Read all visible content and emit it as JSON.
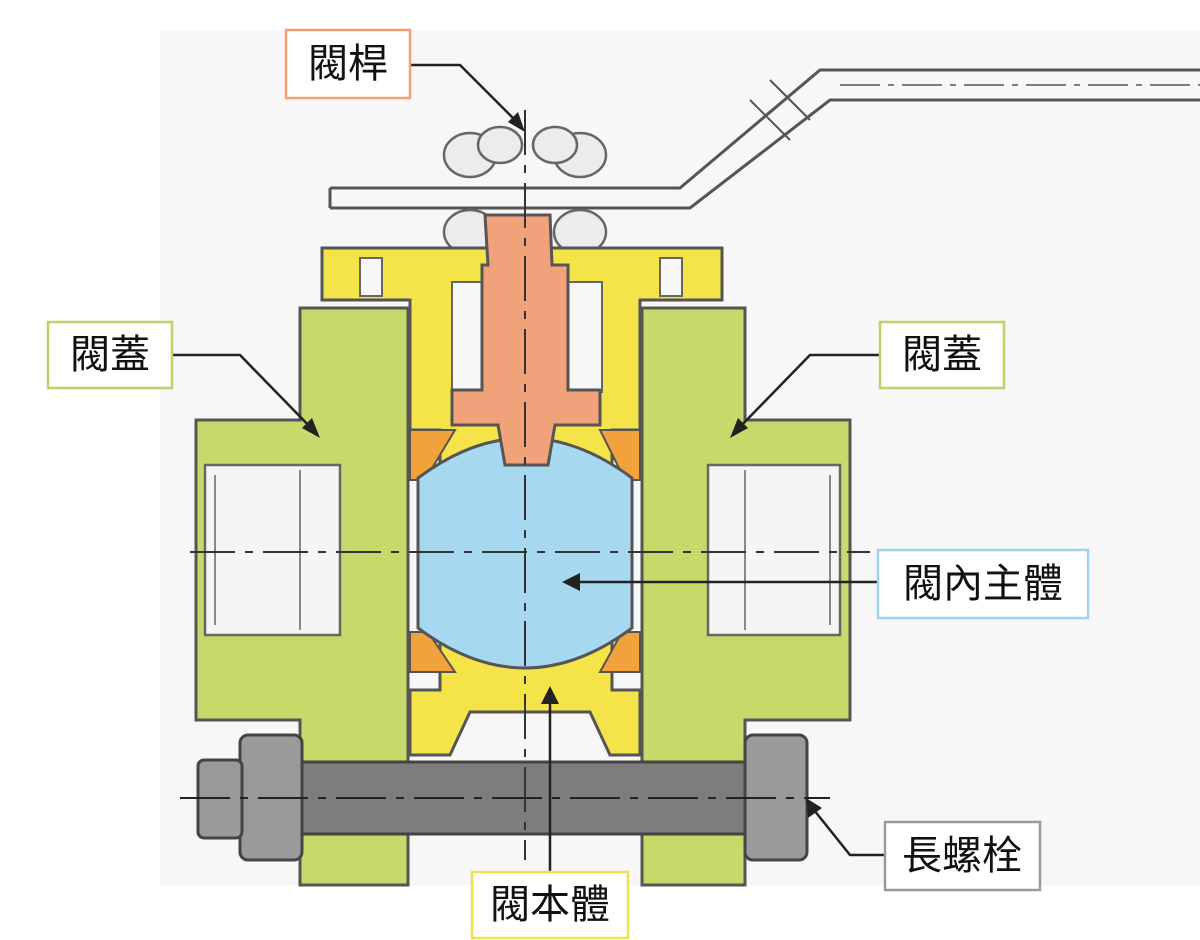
{
  "labels": {
    "stem": "閥桿",
    "bonnet_left": "閥蓋",
    "bonnet_right": "閥蓋",
    "ball": "閥內主體",
    "body": "閥本體",
    "bolt": "長螺栓"
  },
  "colors": {
    "stem": "#f2a27a",
    "bonnet": "#c6d96a",
    "body": "#f4e44a",
    "ball": "#a6d8f0",
    "seat": "#f2a23a",
    "bolt": "#8a8a8a",
    "stem_box": "#f0a070",
    "bonnet_box": "#b7d36a",
    "ball_box": "#9ed2ee",
    "body_box": "#eee050",
    "bolt_box": "#9a9a9a"
  }
}
